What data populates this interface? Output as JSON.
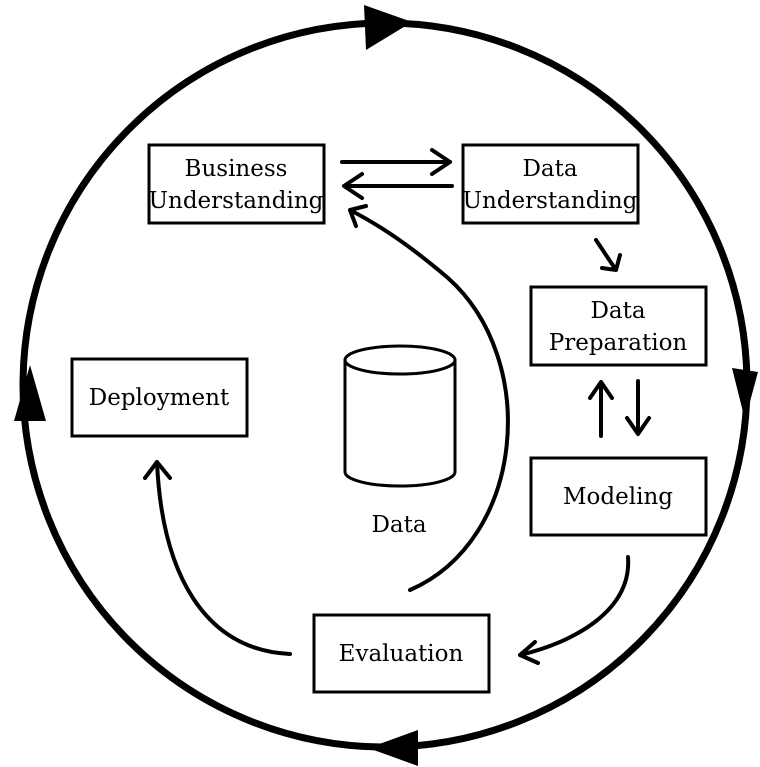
{
  "phases": {
    "business_understanding": [
      "Business",
      "Understanding"
    ],
    "data_understanding": [
      "Data",
      "Understanding"
    ],
    "data_preparation": [
      "Data",
      "Preparation"
    ],
    "modeling": "Modeling",
    "evaluation": "Evaluation",
    "deployment": "Deployment"
  },
  "data_store_label": "Data",
  "colors": {
    "stroke": "#000000",
    "background": "#ffffff"
  }
}
